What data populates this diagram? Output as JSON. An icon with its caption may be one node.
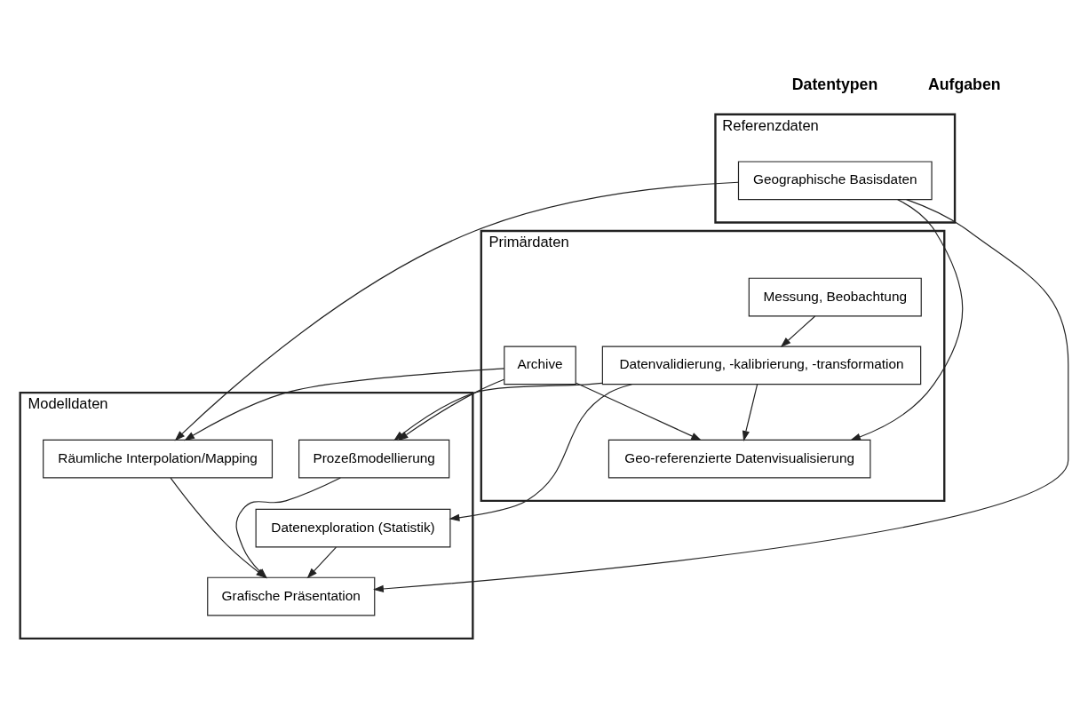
{
  "diagram": {
    "nodes": [
      {
        "text": [
          "Referenzdaten"
        ]
      },
      {
        "text": [
          "Geographische Basisdaten"
        ],
        "in": 0
      },
      {
        "text": [
          "Primärdaten"
        ]
      },
      {
        "text": [
          "Messung, Beobachtung"
        ],
        "in": 2
      },
      {
        "text": [
          "Datenvalidierung, -kalibrierung, -transformation"
        ],
        "in": 2
      },
      {
        "text": [
          "Archive"
        ],
        "in": 2
      },
      {
        "text": [
          "Geo-referenzierte Datenvisualisierung"
        ],
        "in": 2
      },
      {
        "text": [
          "Modelldaten"
        ]
      },
      {
        "text": [
          "Datenexploration (Statistik)"
        ],
        "in": 7
      },
      {
        "text": [
          "Räumliche Interpolation/Mapping"
        ],
        "in": 7
      },
      {
        "text": [
          "Prozeßmodellierung"
        ],
        "in": 7
      },
      {
        "text": [
          "Grafische Präsentation"
        ],
        "in": 7
      }
    ],
    "edges": [
      {
        "from": 1,
        "to": 11,
        "arrow": "to"
      },
      {
        "from": 1,
        "to": 9,
        "arrow": "to"
      },
      {
        "from": 1,
        "to": 6,
        "arrow": "to"
      },
      {
        "from": 3,
        "to": 4,
        "arrow": "to"
      },
      {
        "from": 4,
        "to": 10,
        "arrow": "to"
      },
      {
        "from": 4,
        "to": 8,
        "arrow": "to"
      },
      {
        "from": 4,
        "to": 6,
        "arrow": "to"
      },
      {
        "from": 5,
        "to": 6,
        "arrow": "to"
      },
      {
        "from": 5,
        "to": 9,
        "arrow": "to"
      },
      {
        "from": 5,
        "to": 10,
        "arrow": "to"
      },
      {
        "from": 8,
        "to": 11,
        "arrow": "to"
      },
      {
        "from": 9,
        "to": 11,
        "arrow": "to"
      },
      {
        "from": 10,
        "to": 11,
        "arrow": "to"
      }
    ],
    "labels": [
      "Datentypen",
      "Aufgaben"
    ]
  }
}
